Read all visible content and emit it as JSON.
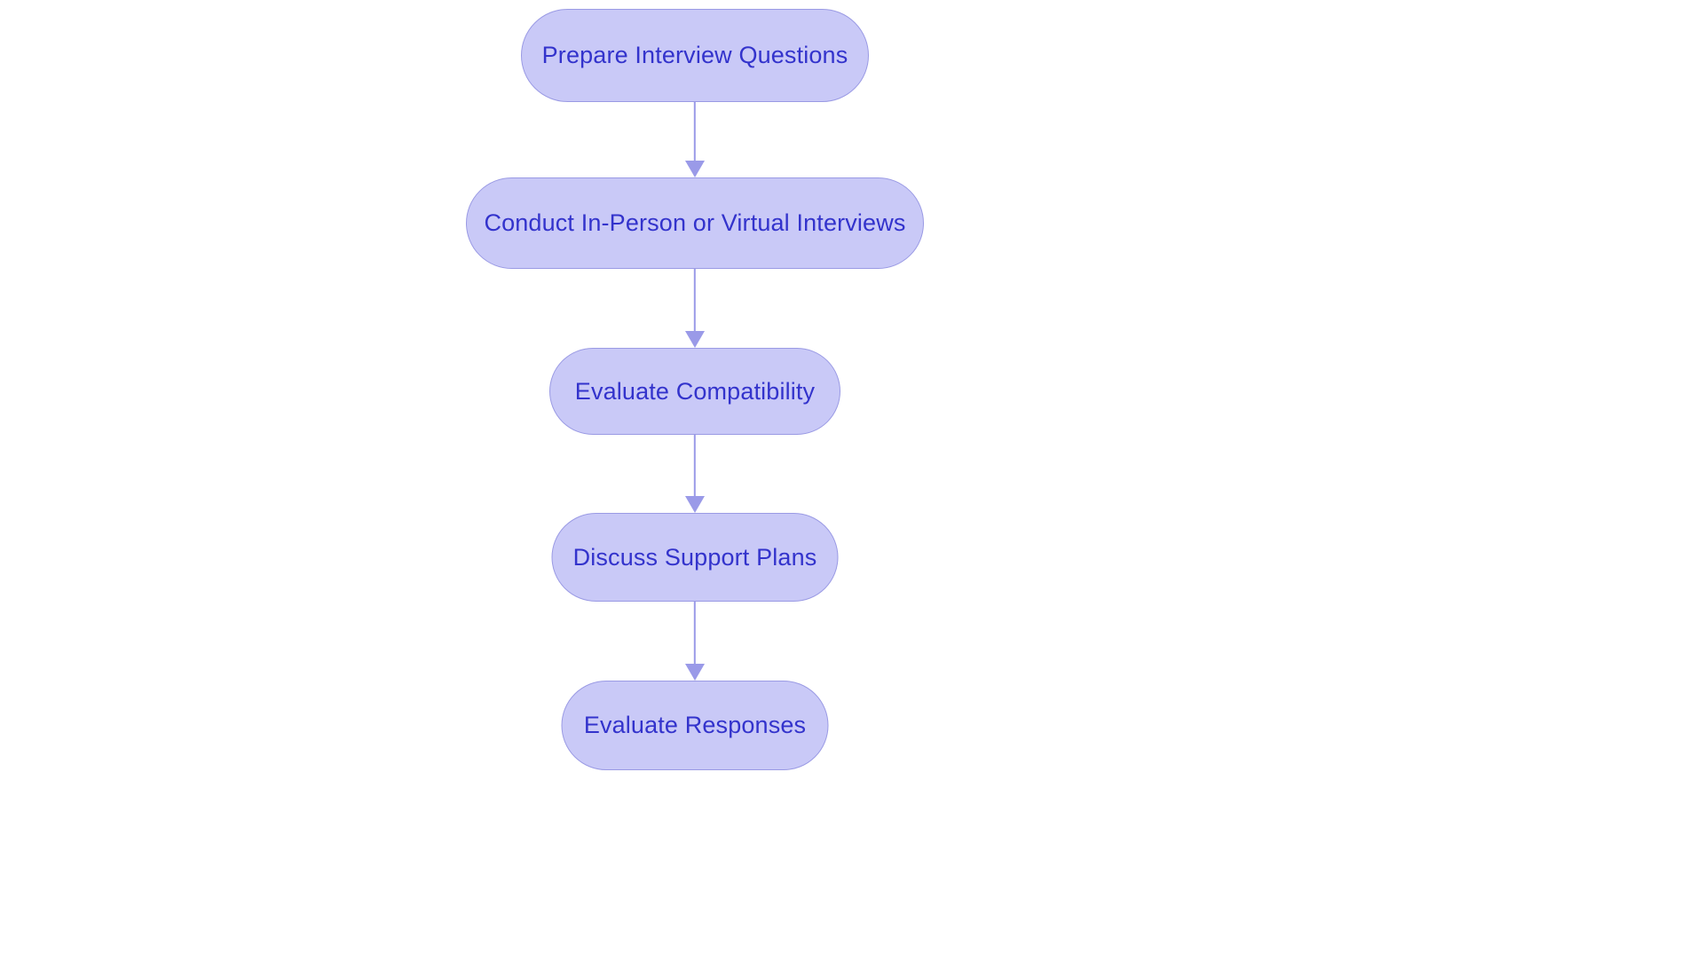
{
  "chart_data": {
    "type": "diagram",
    "diagram_type": "flowchart",
    "orientation": "top-to-bottom",
    "title": "",
    "nodes": [
      {
        "id": "n1",
        "label": "Prepare Interview Questions",
        "shape": "stadium"
      },
      {
        "id": "n2",
        "label": "Conduct In-Person or Virtual Interviews",
        "shape": "stadium"
      },
      {
        "id": "n3",
        "label": "Evaluate Compatibility",
        "shape": "stadium"
      },
      {
        "id": "n4",
        "label": "Discuss Support Plans",
        "shape": "stadium"
      },
      {
        "id": "n5",
        "label": "Evaluate Responses",
        "shape": "stadium"
      }
    ],
    "edges": [
      {
        "from": "n1",
        "to": "n2",
        "label": "",
        "arrow": "single"
      },
      {
        "from": "n2",
        "to": "n3",
        "label": "",
        "arrow": "single"
      },
      {
        "from": "n3",
        "to": "n4",
        "label": "",
        "arrow": "single"
      },
      {
        "from": "n4",
        "to": "n5",
        "label": "",
        "arrow": "single"
      }
    ]
  },
  "canvas": {
    "background": "#ffffff"
  },
  "style": {
    "node_fill": "#c9c9f7",
    "node_border": "#9a9ae4",
    "node_text": "#3333cc",
    "edge_color": "#9a9ae8"
  },
  "nodes": {
    "n1": {
      "label": "Prepare Interview Questions"
    },
    "n2": {
      "label": "Conduct In-Person or Virtual Interviews"
    },
    "n3": {
      "label": "Evaluate Compatibility"
    },
    "n4": {
      "label": "Discuss Support Plans"
    },
    "n5": {
      "label": "Evaluate Responses"
    }
  }
}
